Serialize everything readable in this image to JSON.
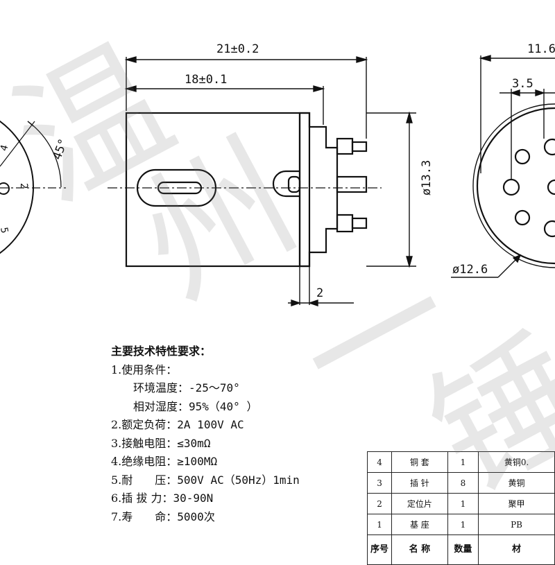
{
  "dimensions": {
    "overall_length": "21±0.2",
    "body_length": "18±0.1",
    "diameter_body": "ø13.3",
    "flange_width": "2",
    "top_width": "11.6",
    "pin_spacing": "3.5",
    "diameter_face": "ø12.6",
    "angle": "45°",
    "pin_labels_left": [
      "4",
      "2",
      "5"
    ]
  },
  "specs": {
    "heading": "主要技术特性要求：",
    "items": [
      {
        "label": "1.使用条件：",
        "value": ""
      },
      {
        "label": "环境温度：",
        "value": "-25～70°",
        "indent": true
      },
      {
        "label": "相对湿度：",
        "value": "95%（40° ）",
        "indent": true
      },
      {
        "label": "2.额定负荷：",
        "value": "2A 100V AC"
      },
      {
        "label": "3.接触电阻：",
        "value": "≤30mΩ"
      },
      {
        "label": "4.绝缘电阻：",
        "value": "≥100MΩ"
      },
      {
        "label": "5.耐　　压：",
        "value": "500V AC（50Hz）1min"
      },
      {
        "label": "6.插 拔 力：",
        "value": "30-90N"
      },
      {
        "label": "7.寿　　命：",
        "value": "5000次"
      }
    ]
  },
  "bom": {
    "rows": [
      {
        "no": "4",
        "name": "铜 套",
        "qty": "1",
        "material": "黄铜0."
      },
      {
        "no": "3",
        "name": "插 针",
        "qty": "8",
        "material": "黄铜 "
      },
      {
        "no": "2",
        "name": "定位片",
        "qty": "1",
        "material": "聚甲"
      },
      {
        "no": "1",
        "name": "基 座",
        "qty": "1",
        "material": "PB"
      }
    ],
    "header": {
      "no": "序号",
      "name": "名 称",
      "qty": "数量",
      "material": "材"
    }
  },
  "watermark": [
    "温",
    "州",
    "一",
    "锤"
  ]
}
